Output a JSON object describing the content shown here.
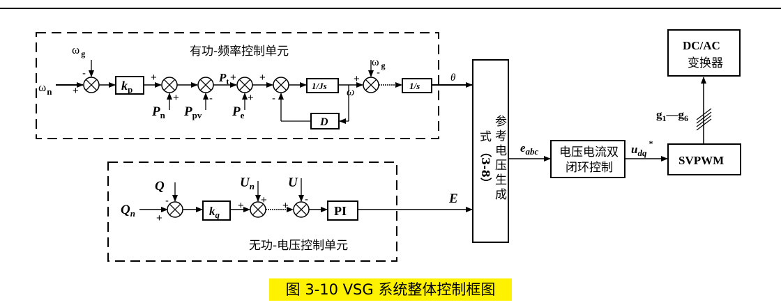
{
  "units": {
    "pf_title": "有功-频率控制单元",
    "qv_title": "无功-电压控制单元"
  },
  "blocks": {
    "kp": "k",
    "kp_sub": "p",
    "inv_js": "1/Js",
    "integrator": "1/s",
    "damping": "D",
    "kq": "k",
    "kq_sub": "q",
    "pi": "PI",
    "ref_gen_chars": [
      "参",
      "考",
      "电",
      "压",
      "生",
      "成"
    ],
    "ref_gen_eq_char": "式",
    "ref_gen_eq_num": "（3-8）",
    "current_ctrl_line1": "电压电流双",
    "current_ctrl_line2": "闭环控制",
    "svpwm": "SVPWM",
    "dcac_line1": "DC/AC",
    "dcac_line2": "变换器"
  },
  "signals": {
    "omega_n": "ω",
    "omega_n_sub": "n",
    "omega_g": "ω",
    "omega_g_sub": "g",
    "omega_g2": "ω",
    "omega_g2_sub": "g",
    "omega": "ω",
    "theta": "θ",
    "Pn": "P",
    "Pn_sub": "n",
    "Ppv": "P",
    "Ppv_sub": "pv",
    "Pe": "P",
    "Pe_sub": "e",
    "Pt": "P",
    "Pt_sub": "t",
    "Q": "Q",
    "Qn": "Q",
    "Qn_sub": "n",
    "Un": "U",
    "Un_sub": "n",
    "U": "U",
    "E": "E",
    "eabc": "e",
    "eabc_sub": "abc",
    "udq": "u",
    "udq_sub": "dq",
    "udq_sup": "*",
    "g_label": "g",
    "g_sub1": "1",
    "g_dash": "—g",
    "g_sub6": "6"
  },
  "signs": {
    "s1_top": "-",
    "s1_left": "+",
    "s2_top": "+",
    "s2_bottom": "+",
    "s3_bottom": "-",
    "s4_top": "+",
    "s4_bottom": "+",
    "s5_top": "+",
    "s5_bottom": "-",
    "s6_top": "-",
    "s6_left": "+",
    "q1_top": "-",
    "q1_left": "+",
    "q2_top": "+",
    "q2_left": "+",
    "q3_top": "-",
    "q3_left": "+"
  },
  "caption": "图 3-10 VSG 系统整体控制框图",
  "colors": {
    "caption_highlight": "#fff200",
    "line": "#000000"
  }
}
